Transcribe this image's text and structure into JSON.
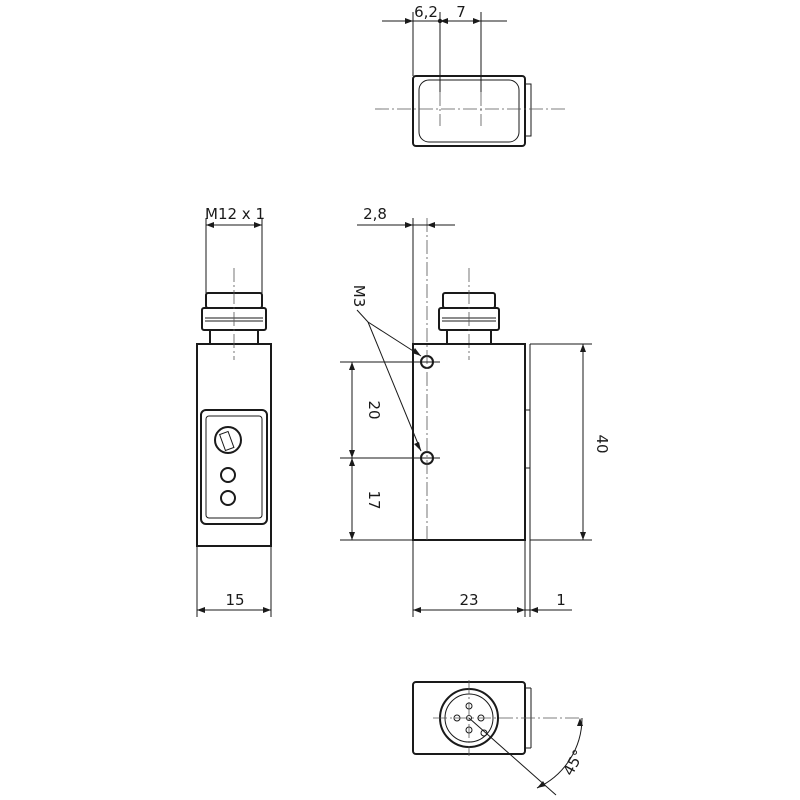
{
  "dimensions": {
    "top_6_2": "6,2",
    "top_7": "7",
    "thread": "M12 x 1",
    "offset_2_8": "2,8",
    "mount_thread": "M3",
    "hole_spacing_20": "20",
    "bottom_17": "17",
    "height_40": "40",
    "width_15": "15",
    "depth_23": "23",
    "lip_1": "1",
    "angle_45": "45°"
  }
}
